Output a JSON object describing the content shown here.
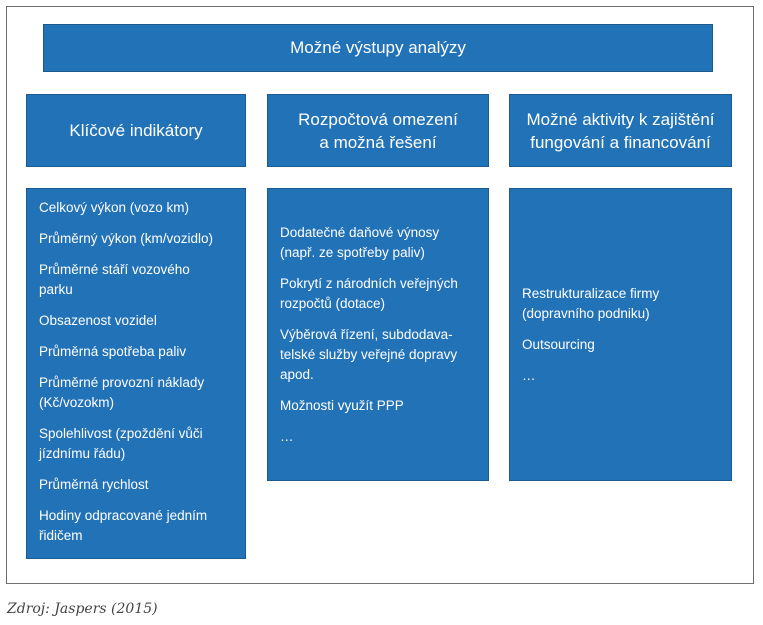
{
  "header": {
    "title": "Možné výstupy analýzy"
  },
  "columns": [
    {
      "title": "Klíčové indikátory",
      "items": [
        "Celkový výkon (vozo km)",
        "Průměrný výkon (km/vozidlo)",
        "Průměrné stáří vozového\nparku",
        "Obsazenost vozidel",
        "Průměrná spotřeba paliv",
        "Průměrné provozní náklady\n(Kč/vozokm)",
        "Spolehlivost (zpoždění vůči\njízdnímu řádu)",
        "Průměrná rychlost",
        "Hodiny odpracované jedním\nřidičem"
      ]
    },
    {
      "title": "Rozpočtová omezení\na možná řešení",
      "items": [
        "Dodatečné daňové výnosy\n(např. ze spotřeby paliv)",
        "Pokrytí z národních veřejných\nrozpočtů (dotace)",
        "Výběrová řízení, subdodava-\ntelské služby veřejné dopravy\napod.",
        "Možnosti využít PPP",
        "…"
      ]
    },
    {
      "title": "Možné aktivity k zajištění\nfungování a financování",
      "items": [
        "Restrukturalizace firmy\n(dopravního podniku)",
        "Outsourcing",
        "…"
      ]
    }
  ],
  "source": "Zdroj: Jaspers (2015)",
  "colors": {
    "box_fill": "#2272b8",
    "box_text": "#ffffff",
    "frame": "#6f6f6f"
  }
}
